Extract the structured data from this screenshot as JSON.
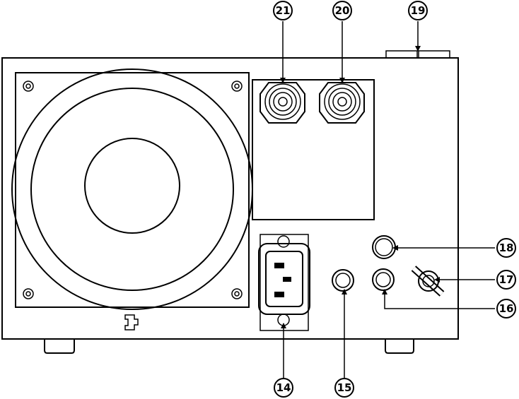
{
  "callouts": {
    "c14": "14",
    "c15": "15",
    "c16": "16",
    "c17": "17",
    "c18": "18",
    "c19": "19",
    "c20": "20",
    "c21": "21"
  }
}
